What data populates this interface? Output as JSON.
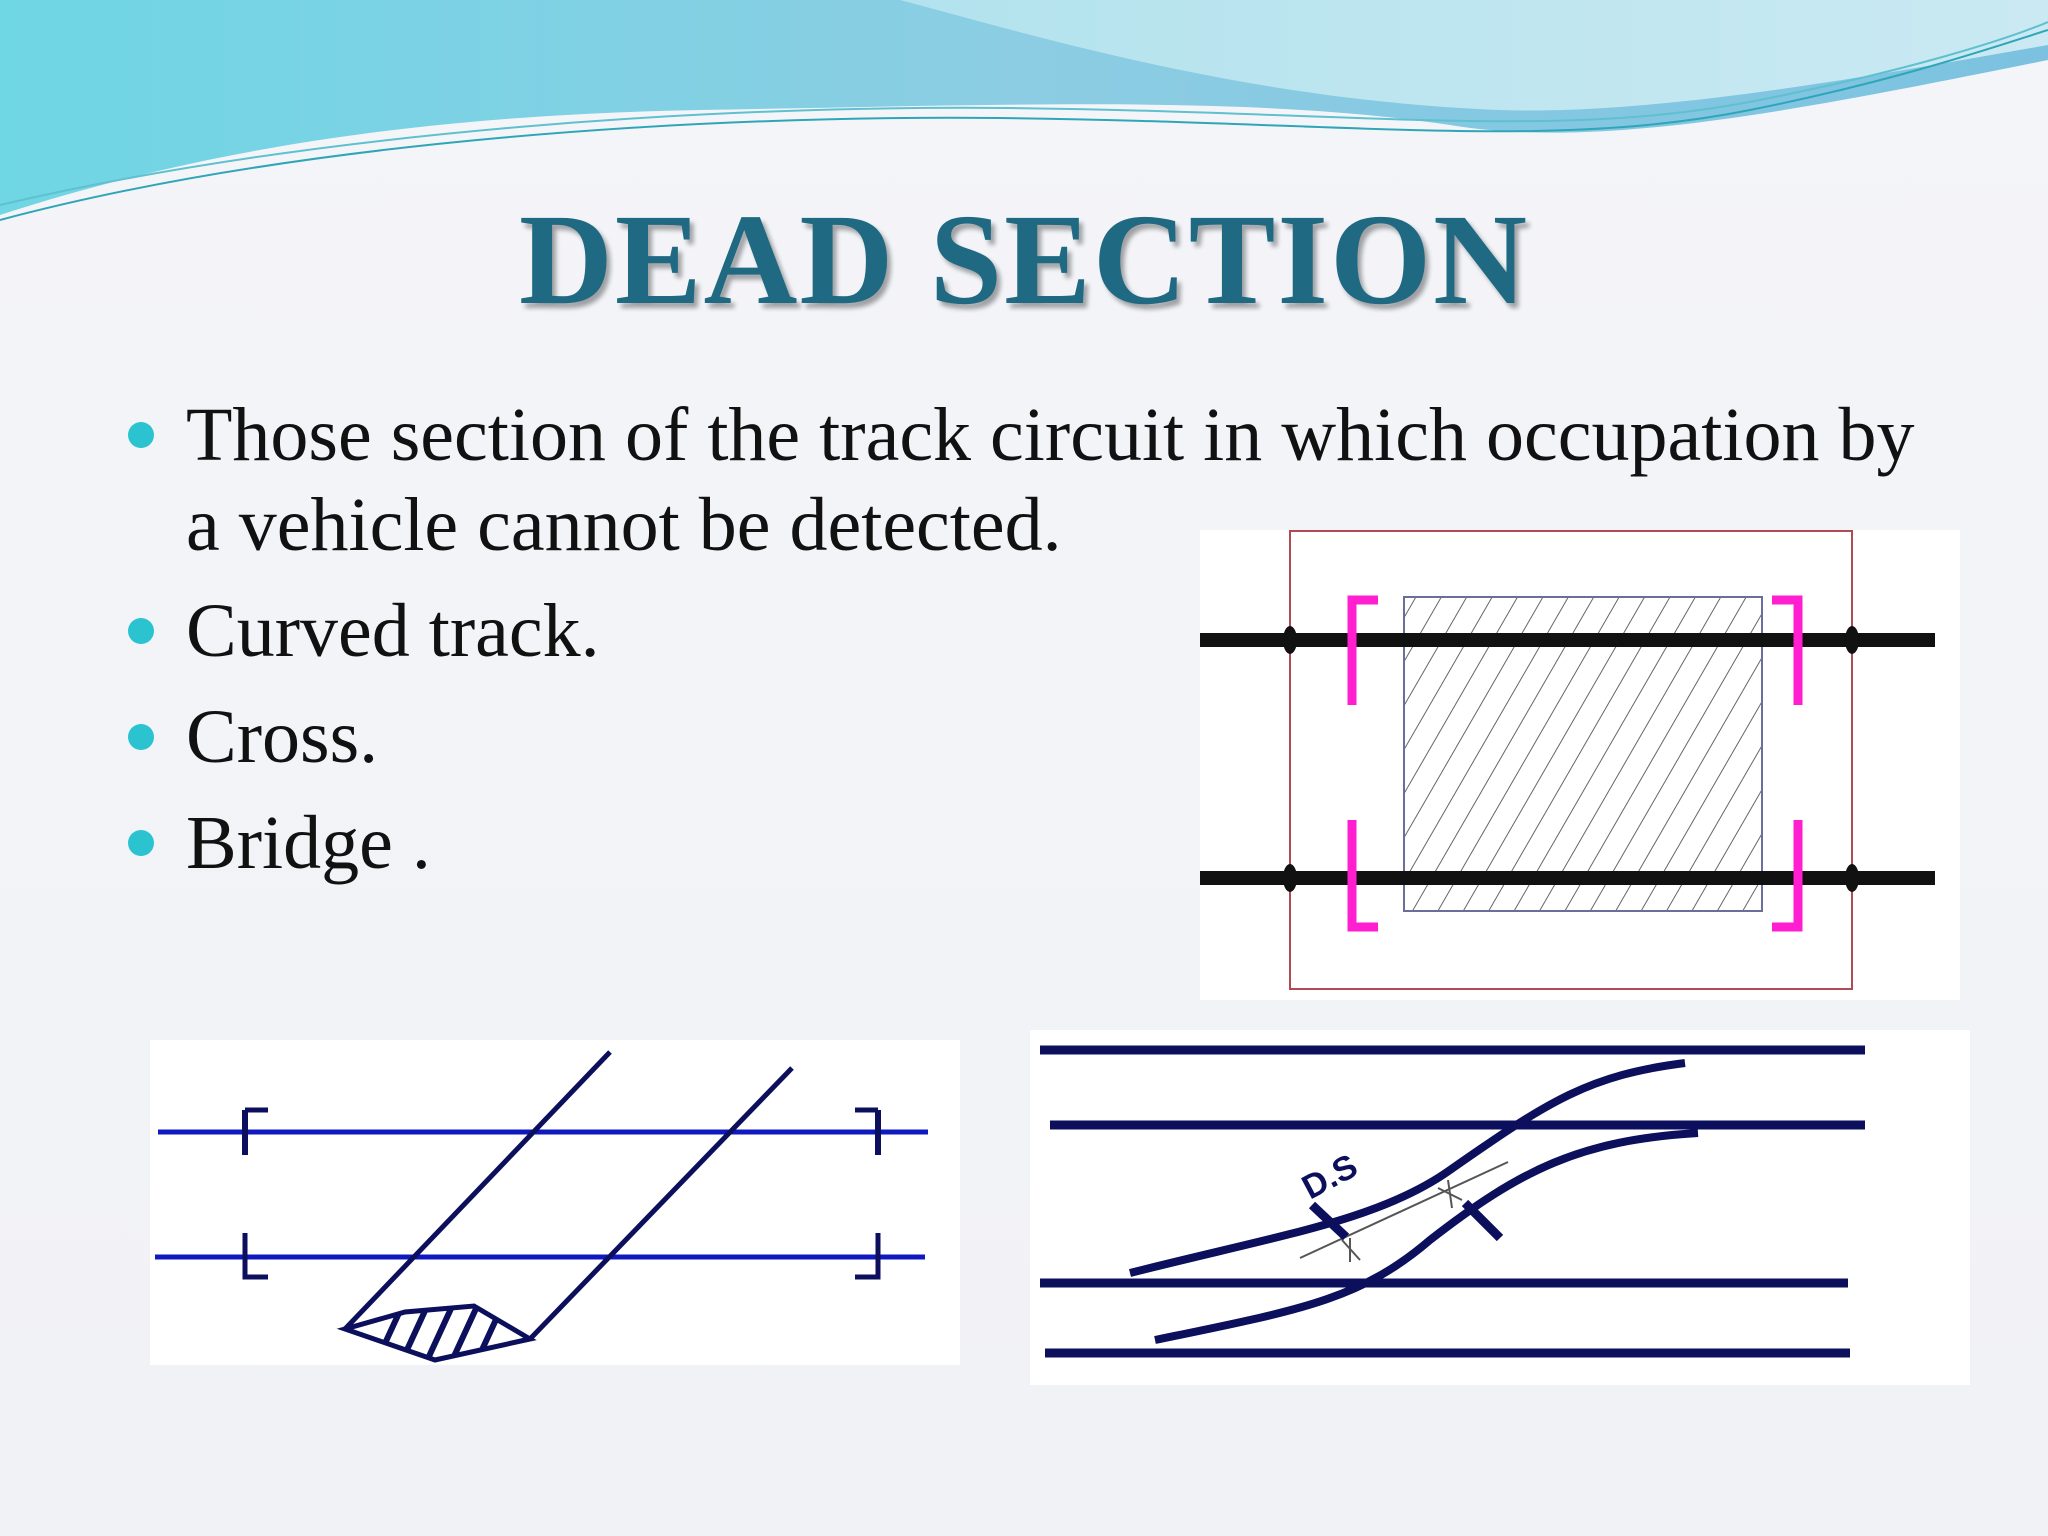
{
  "slide": {
    "title": "DEAD SECTION",
    "bullets": [
      "Those section of the track circuit in which occupation by a vehicle cannot be detected.",
      "Curved track.",
      "Cross.",
      "Bridge ."
    ],
    "bullet_color": "#2bc3cf",
    "title_color": "#1f6a82"
  },
  "figures": {
    "cross_label": "D.S"
  },
  "colors": {
    "rail_black": "#111111",
    "rail_blue": "#1a1f8c",
    "bracket_magenta": "#ff1fd1",
    "hatch": "#555555"
  }
}
